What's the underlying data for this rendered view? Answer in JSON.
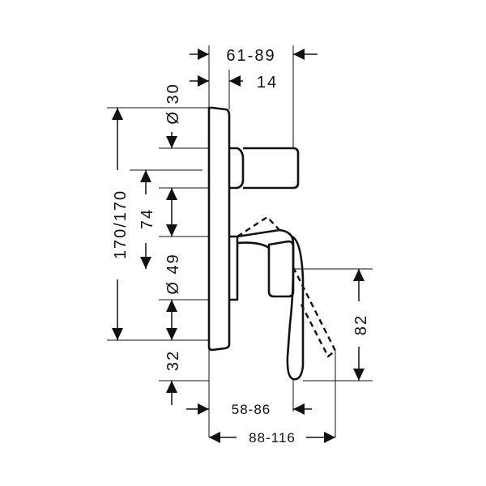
{
  "dimensions": {
    "top_depth": "61-89",
    "plate_thickness": "14",
    "dia_knob": "Ø 30",
    "total_height": "170/170",
    "knob_spacing": "74",
    "dia_lever": "Ø 49",
    "bottom_offset": "32",
    "lever_height": "82",
    "spout_depth": "58-86",
    "total_depth": "88-116"
  }
}
